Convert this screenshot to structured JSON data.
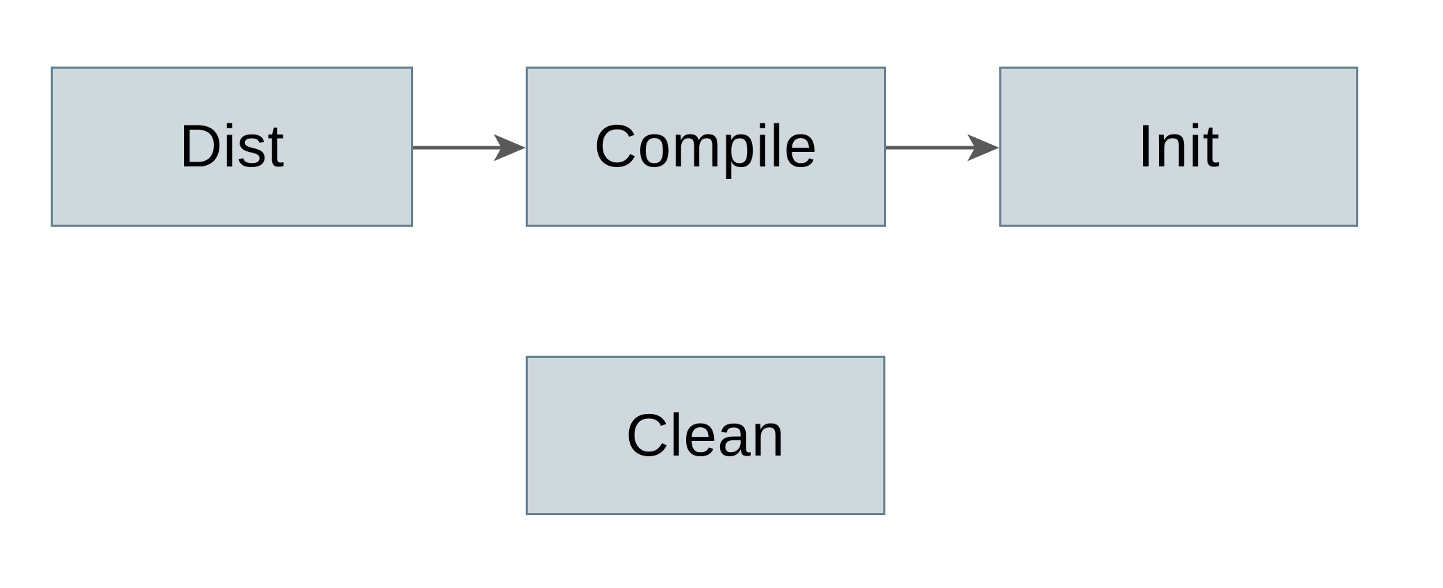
{
  "diagram": {
    "nodes": [
      {
        "id": "dist",
        "label": "Dist"
      },
      {
        "id": "compile",
        "label": "Compile"
      },
      {
        "id": "init",
        "label": "Init"
      },
      {
        "id": "clean",
        "label": "Clean"
      }
    ],
    "edges": [
      {
        "from": "dist",
        "to": "compile"
      },
      {
        "from": "compile",
        "to": "init"
      }
    ]
  },
  "colors": {
    "background": "#ffffff",
    "node_fill": "#cfd8dc",
    "node_border": "#64808f",
    "arrow": "#595959",
    "text": "#000000"
  }
}
